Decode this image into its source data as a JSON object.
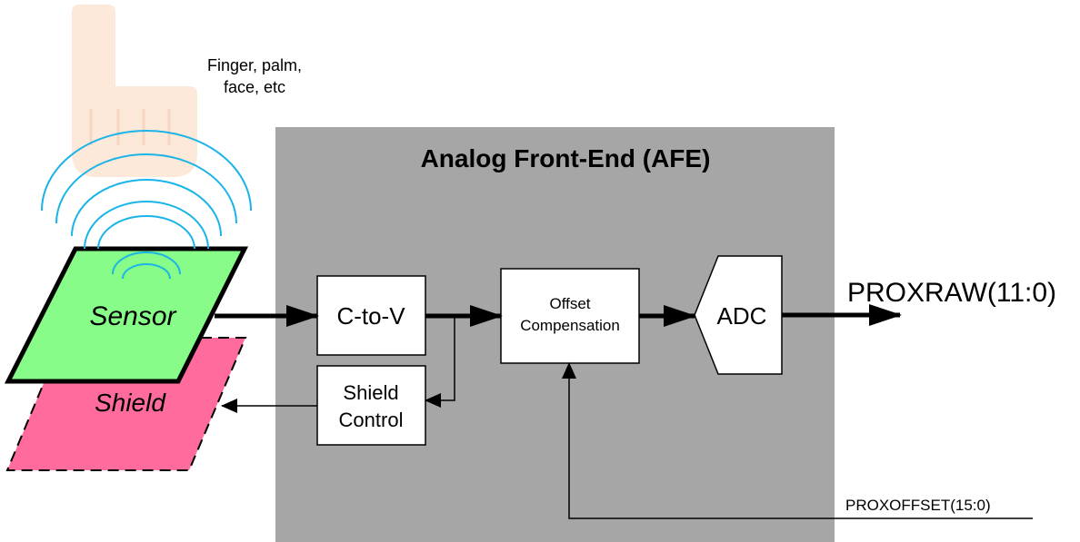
{
  "labels": {
    "finger_line1": "Finger, palm,",
    "finger_line2": "face, etc",
    "afe_title": "Analog Front-End (AFE)",
    "sensor": "Sensor",
    "shield": "Shield",
    "c_to_v": "C-to-V",
    "shield_control_line1": "Shield",
    "shield_control_line2": "Control",
    "offset_line1": "Offset",
    "offset_line2": "Compensation",
    "adc": "ADC",
    "proxraw": "PROXRAW(11:0)",
    "proxoffset": "PROXOFFSET(15:0)"
  },
  "colors": {
    "afe_background": "#a6a6a6",
    "sensor_fill": "#88fc88",
    "shield_fill": "#ff6b9c",
    "finger_fill": "#fde9d9",
    "wave_stroke": "#1ab4e8",
    "block_fill": "#ffffff"
  }
}
